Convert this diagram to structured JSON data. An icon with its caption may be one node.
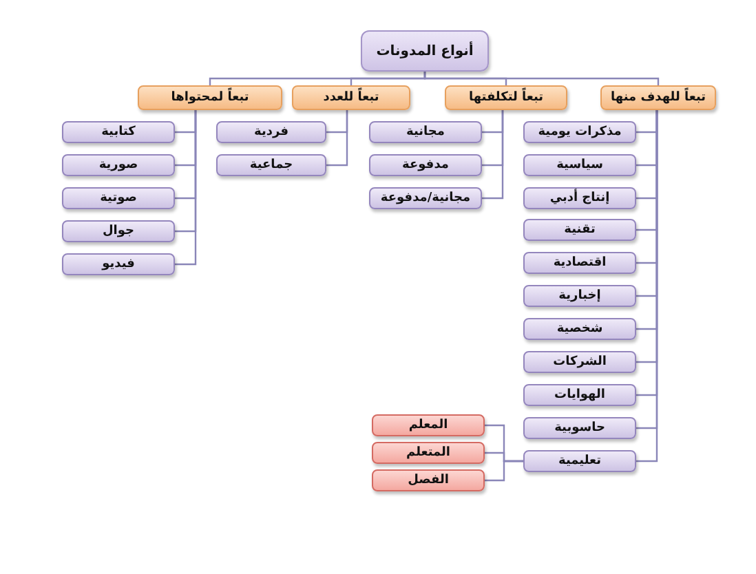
{
  "diagram": {
    "nodes": [
      {
        "text": [
          "أنواع المدونات"
        ]
      },
      {
        "text": [
          "تبعاً للهدف منها"
        ]
      },
      {
        "text": [
          "تبعاً لتكلفتها"
        ]
      },
      {
        "text": [
          "تبعاً للعدد"
        ]
      },
      {
        "text": [
          "تبعاً لمحتواها"
        ]
      },
      {
        "text": [
          "مذكرات يومية"
        ]
      },
      {
        "text": [
          "سياسية"
        ]
      },
      {
        "text": [
          "إنتاج أدبي"
        ]
      },
      {
        "text": [
          "تقنية"
        ]
      },
      {
        "text": [
          "اقتصادية"
        ]
      },
      {
        "text": [
          "إخبارية"
        ]
      },
      {
        "text": [
          "شخصية"
        ]
      },
      {
        "text": [
          "الشركات"
        ]
      },
      {
        "text": [
          "الهوايات"
        ]
      },
      {
        "text": [
          "حاسوبية"
        ]
      },
      {
        "text": [
          "تعليمية"
        ]
      },
      {
        "text": [
          "مجانية"
        ]
      },
      {
        "text": [
          "مدفوعة"
        ]
      },
      {
        "text": [
          "مجانية/مدفوعة"
        ]
      },
      {
        "text": [
          "فردية"
        ]
      },
      {
        "text": [
          "جماعية"
        ]
      },
      {
        "text": [
          "كتابية"
        ]
      },
      {
        "text": [
          "صورية"
        ]
      },
      {
        "text": [
          "صوتية"
        ]
      },
      {
        "text": [
          "جوال"
        ]
      },
      {
        "text": [
          "فيديو"
        ]
      },
      {
        "text": [
          "المعلم"
        ]
      },
      {
        "text": [
          "المتعلم"
        ]
      },
      {
        "text": [
          "الفصل"
        ]
      }
    ],
    "edges": [
      {
        "from": 0,
        "to": 1,
        "arrow": "none"
      },
      {
        "from": 0,
        "to": 2,
        "arrow": "none"
      },
      {
        "from": 0,
        "to": 3,
        "arrow": "none"
      },
      {
        "from": 0,
        "to": 4,
        "arrow": "none"
      },
      {
        "from": 1,
        "to": 5,
        "arrow": "none"
      },
      {
        "from": 1,
        "to": 6,
        "arrow": "none"
      },
      {
        "from": 1,
        "to": 7,
        "arrow": "none"
      },
      {
        "from": 1,
        "to": 8,
        "arrow": "none"
      },
      {
        "from": 1,
        "to": 9,
        "arrow": "none"
      },
      {
        "from": 1,
        "to": 10,
        "arrow": "none"
      },
      {
        "from": 1,
        "to": 11,
        "arrow": "none"
      },
      {
        "from": 1,
        "to": 12,
        "arrow": "none"
      },
      {
        "from": 1,
        "to": 13,
        "arrow": "none"
      },
      {
        "from": 1,
        "to": 14,
        "arrow": "none"
      },
      {
        "from": 1,
        "to": 15,
        "arrow": "none"
      },
      {
        "from": 2,
        "to": 16,
        "arrow": "none"
      },
      {
        "from": 2,
        "to": 17,
        "arrow": "none"
      },
      {
        "from": 2,
        "to": 18,
        "arrow": "none"
      },
      {
        "from": 3,
        "to": 19,
        "arrow": "none"
      },
      {
        "from": 3,
        "to": 20,
        "arrow": "none"
      },
      {
        "from": 4,
        "to": 21,
        "arrow": "none"
      },
      {
        "from": 4,
        "to": 22,
        "arrow": "none"
      },
      {
        "from": 4,
        "to": 23,
        "arrow": "none"
      },
      {
        "from": 4,
        "to": 24,
        "arrow": "none"
      },
      {
        "from": 4,
        "to": 25,
        "arrow": "none"
      },
      {
        "from": 15,
        "to": 26,
        "arrow": "none"
      },
      {
        "from": 15,
        "to": 27,
        "arrow": "none"
      },
      {
        "from": 15,
        "to": 28,
        "arrow": "none"
      }
    ]
  }
}
